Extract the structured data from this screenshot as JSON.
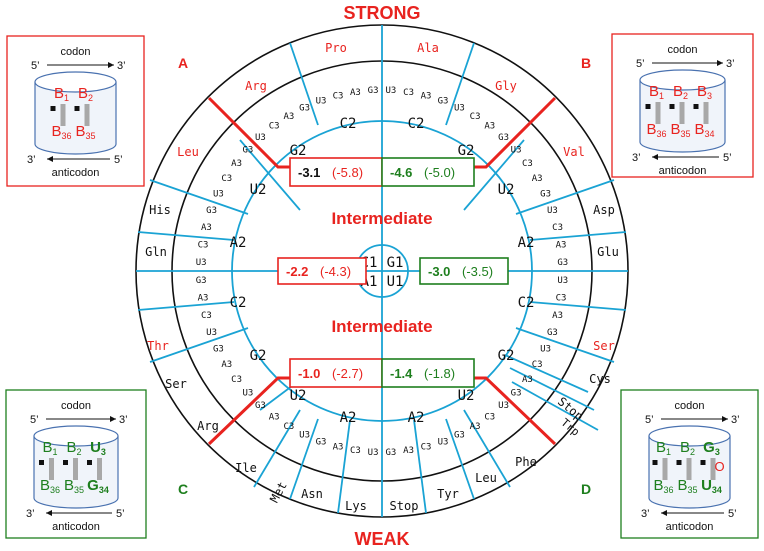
{
  "headings": {
    "top": "STRONG",
    "bottom": "WEAK",
    "intermediate_upper": "Intermediate",
    "intermediate_lower": "Intermediate"
  },
  "quadrant_labels": [
    "A",
    "B",
    "C",
    "D"
  ],
  "codon_wheel": {
    "center": [
      "C1",
      "G1",
      "A1",
      "U1"
    ],
    "second_position": {
      "upper": [
        "U2",
        "G2",
        "C2",
        "C2",
        "G2",
        "U2"
      ],
      "right": [
        "A2",
        "C2"
      ],
      "lower": [
        "G2",
        "U2",
        "A2",
        "A2",
        "U2",
        "G2"
      ],
      "left": [
        "A2",
        "C2"
      ]
    }
  },
  "energy_boxes": {
    "upper_left": {
      "value": "-3.1",
      "paren": "(-5.8)"
    },
    "upper_right": {
      "value": "-4.6",
      "paren": "(-5.0)"
    },
    "mid_left": {
      "value": "-2.2",
      "paren": "(-4.3)"
    },
    "mid_right": {
      "value": "-3.0",
      "paren": "(-3.5)"
    },
    "lower_left": {
      "value": "-1.0",
      "paren": "(-2.7)"
    },
    "lower_right": {
      "value": "-1.4",
      "paren": "(-1.8)"
    }
  },
  "amino_acids": {
    "red": [
      "Pro",
      "Ala",
      "Arg",
      "Gly",
      "Leu",
      "Val",
      "Thr",
      "Ser"
    ],
    "black": [
      "His",
      "Asp",
      "Gln",
      "Glu",
      "Ser",
      "Cys",
      "Arg",
      "Stop",
      "Trp",
      "Ile",
      "Phe",
      "Met",
      "Asn",
      "Lys",
      "Stop",
      "Tyr",
      "Leu"
    ]
  },
  "third_position_codes": [
    "U3",
    "C3",
    "A3",
    "G3"
  ],
  "panels": {
    "A": {
      "top_label": "codon",
      "five": "5’",
      "three": "3’",
      "codon": [
        "B",
        "1",
        "B",
        "2"
      ],
      "anti": [
        "B",
        "36",
        "B",
        "35"
      ],
      "bottom_label": "anticodon",
      "three_b": "3’",
      "five_b": "5’"
    },
    "B": {
      "top_label": "codon",
      "five": "5’",
      "three": "3’",
      "codon": [
        "B",
        "1",
        "B",
        "2",
        "B",
        "3"
      ],
      "anti": [
        "B",
        "36",
        "B",
        "35",
        "B",
        "34"
      ],
      "bottom_label": "anticodon",
      "three_b": "3’",
      "five_b": "5’"
    },
    "C": {
      "top_label": "codon",
      "five": "5’",
      "three": "3’",
      "codon": [
        "B",
        "1",
        "B",
        "2",
        "U",
        "3"
      ],
      "anti": [
        "B",
        "36",
        "B",
        "35",
        "G",
        "34"
      ],
      "bottom_label": "anticodon",
      "three_b": "3’",
      "five_b": "5’"
    },
    "D": {
      "top_label": "codon",
      "five": "5’",
      "three": "3’",
      "codon": [
        "B",
        "1",
        "B",
        "2",
        "G",
        "3"
      ],
      "anti": [
        "B",
        "36",
        "B",
        "35",
        "U",
        "34"
      ],
      "wobble": "O",
      "bottom_label": "anticodon",
      "three_b": "3’",
      "five_b": "5’"
    }
  },
  "colors": {
    "red": "#e8231f",
    "green": "#1e7f1e",
    "blue": "#1aa3d4",
    "black": "#111111",
    "grey": "#a8a8a8"
  }
}
